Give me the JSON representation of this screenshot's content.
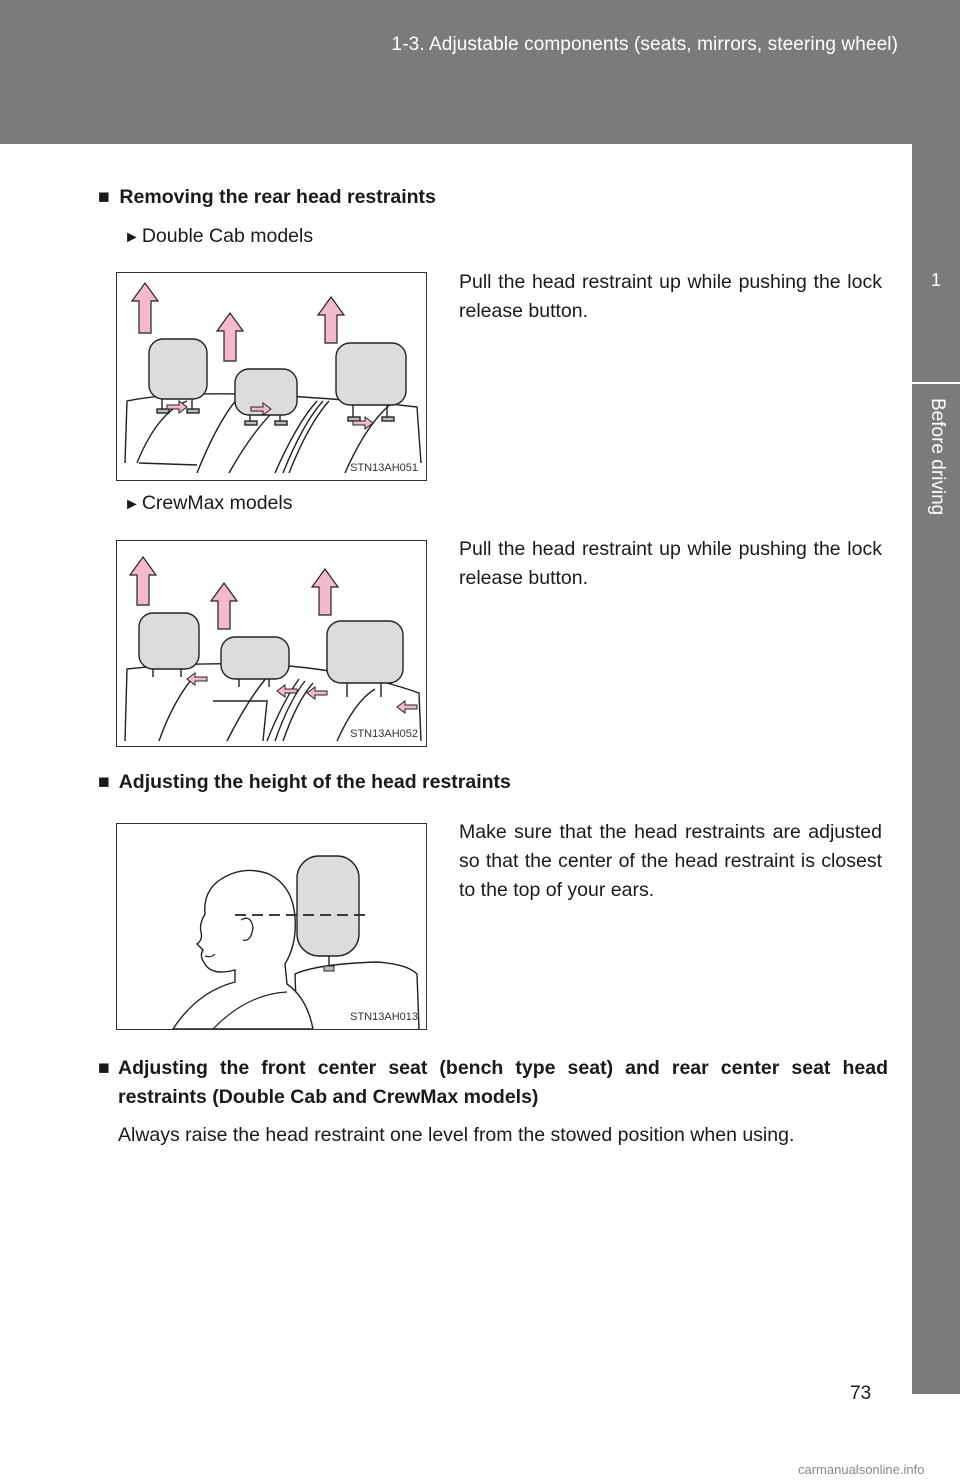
{
  "header": {
    "title": "1-3. Adjustable components (seats, mirrors, steering wheel)"
  },
  "side_tab": {
    "chapter_number": "1",
    "chapter_name": "Before driving"
  },
  "sections": {
    "removing": {
      "heading": "Removing the rear head restraints",
      "double_cab": {
        "label": "Double Cab models",
        "text": "Pull the head restraint up while pushing the lock release button.",
        "figure_code": "STN13AH051"
      },
      "crewmax": {
        "label": "CrewMax models",
        "text": "Pull the head restraint up while pushing the lock release button.",
        "figure_code": "STN13AH052"
      }
    },
    "adjusting_height": {
      "heading": "Adjusting the height of the head restraints",
      "text": "Make sure that the head restraints are adjusted so that the center of the head restraint is closest to the top of your ears.",
      "figure_code": "STN13AH013"
    },
    "adjusting_center": {
      "heading": "Adjusting the front center seat (bench type seat) and rear center seat head restraints (Double Cab and CrewMax models)",
      "text": "Always raise the head restraint one level from the stowed position when using."
    }
  },
  "section_marker": "■",
  "bullet_marker": "►",
  "page_number": "73",
  "footer": {
    "watermark": "carmanualsonline.info"
  },
  "colors": {
    "header_bg": "#7b7b7b",
    "arrow_pink": "#f4b8cf",
    "restraint_gray": "#dcdcdc"
  }
}
